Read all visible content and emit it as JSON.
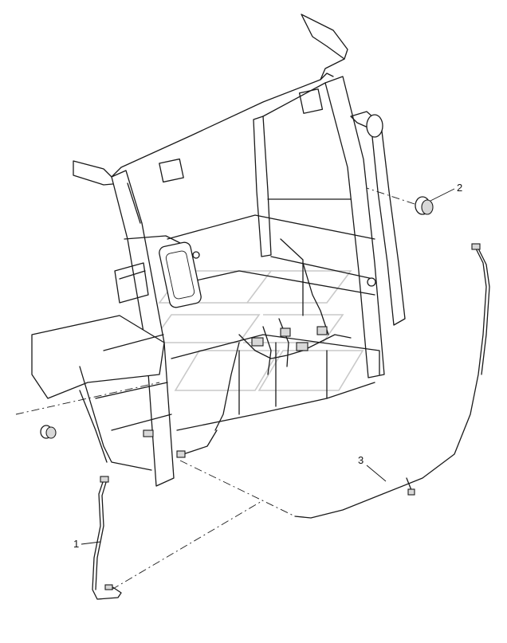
{
  "callouts": [
    {
      "id": "1",
      "label": "1"
    },
    {
      "id": "2",
      "label": "2"
    },
    {
      "id": "3",
      "label": "3"
    }
  ],
  "colors": {
    "line": "#1a1a1a",
    "background": "#ffffff",
    "watermark": "#c9c9c9"
  }
}
